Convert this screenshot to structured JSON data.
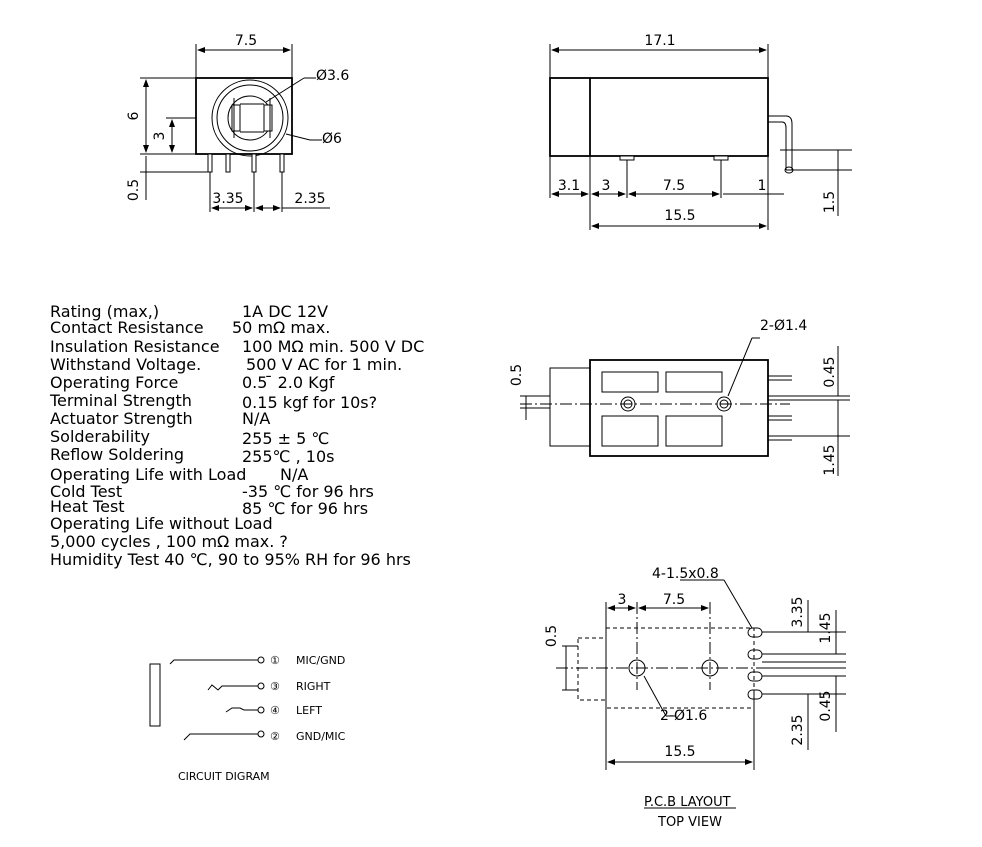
{
  "front_view": {
    "dim_width": "7.5",
    "dim_height": "6",
    "dim_center_height": "3",
    "dim_pin_length": "0.5",
    "dim_pin_left": "3.35",
    "dim_pin_right": "2.35",
    "dim_inner_diameter": "Ø3.6",
    "dim_outer_diameter": "Ø6"
  },
  "side_view": {
    "dim_length": "17.1",
    "dim_a": "3.1",
    "dim_b": "3",
    "dim_c": "7.5",
    "dim_d": "1",
    "dim_e": "1.5",
    "dim_body": "15.5"
  },
  "specs": [
    {
      "label": "Rating (max,)",
      "value": "1A DC 12V"
    },
    {
      "label": "Contact Resistance",
      "value": "50 mΩ  max."
    },
    {
      "label": "Insulation Resistance",
      "value": "100 MΩ  min. 500 V DC"
    },
    {
      "label": "Withstand Voltage.",
      "value": "500 V AC for 1 min."
    },
    {
      "label": "Operating Force",
      "value": "0.5  ̄ 2.0 Kgf"
    },
    {
      "label": "Terminal Strength",
      "value": "0.15 kgf for 10s?"
    },
    {
      "label": "Actuator Strength",
      "value": "N/A"
    },
    {
      "label": "Solderability",
      "value": "255 ±  5 ℃"
    },
    {
      "label": "Reflow Soldering",
      "value": "255℃ , 10s"
    },
    {
      "label": "Operating Life with Load",
      "value": "N/A"
    },
    {
      "label": "Cold Test",
      "value": "-35 ℃ for 96 hrs"
    },
    {
      "label": "Heat Test",
      "value": "85 ℃ for 96 hrs"
    }
  ],
  "spec_extra": [
    "Operating Life without Load",
    "5,000 cycles , 100 mΩ  max. ?",
    "Humidity Test 40 ℃, 90 to 95% RH for 96 hrs"
  ],
  "top_view": {
    "dim_hole": "2-Ø1.4",
    "dim_left": "0.5",
    "dim_top": "0.45",
    "dim_bottom": "1.45"
  },
  "circuit": {
    "title": "CIRCUIT DIGRAM",
    "pins": [
      {
        "num": "①",
        "label": "MIC/GND"
      },
      {
        "num": "③",
        "label": "RIGHT"
      },
      {
        "num": "④",
        "label": "LEFT"
      },
      {
        "num": "②",
        "label": "GND/MIC"
      }
    ]
  },
  "pcb": {
    "dim_slots": "4-1.5x0.8",
    "dim_a": "3",
    "dim_b": "7.5",
    "dim_left": "0.5",
    "dim_holes": "2-Ø1.6",
    "dim_width": "15.5",
    "dim_r1": "3.35",
    "dim_r2": "1.45",
    "dim_r3": "0.45",
    "dim_r4": "2.35",
    "title": "P.C.B LAYOUT",
    "subtitle": "TOP VIEW"
  }
}
